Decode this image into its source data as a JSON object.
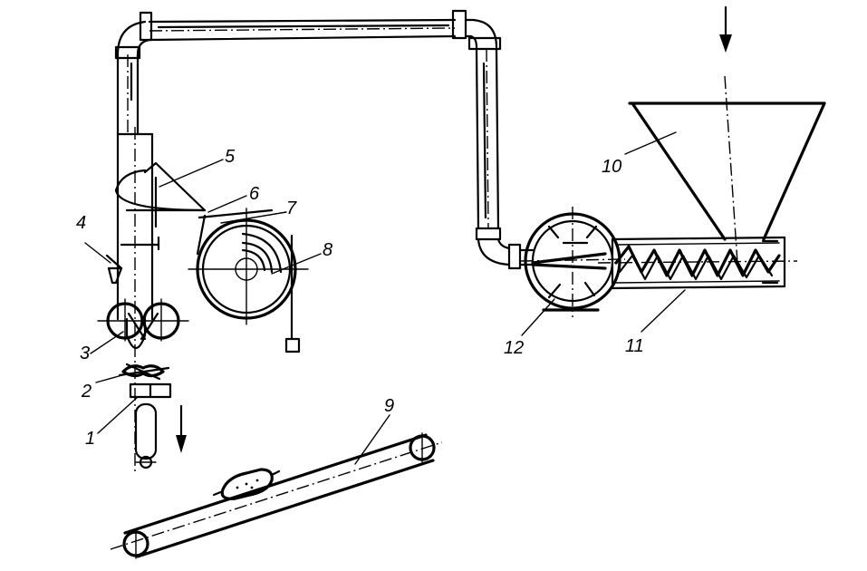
{
  "diagram": {
    "labels": {
      "l1": "1",
      "l2": "2",
      "l3": "3",
      "l4": "4",
      "l5": "5",
      "l6": "6",
      "l7": "7",
      "l8": "8",
      "l9": "9",
      "l10": "10",
      "l11": "11",
      "l12": "12"
    },
    "icons": {
      "feed_arrow": "down-arrow-icon",
      "output_arrow": "down-arrow-icon"
    }
  }
}
